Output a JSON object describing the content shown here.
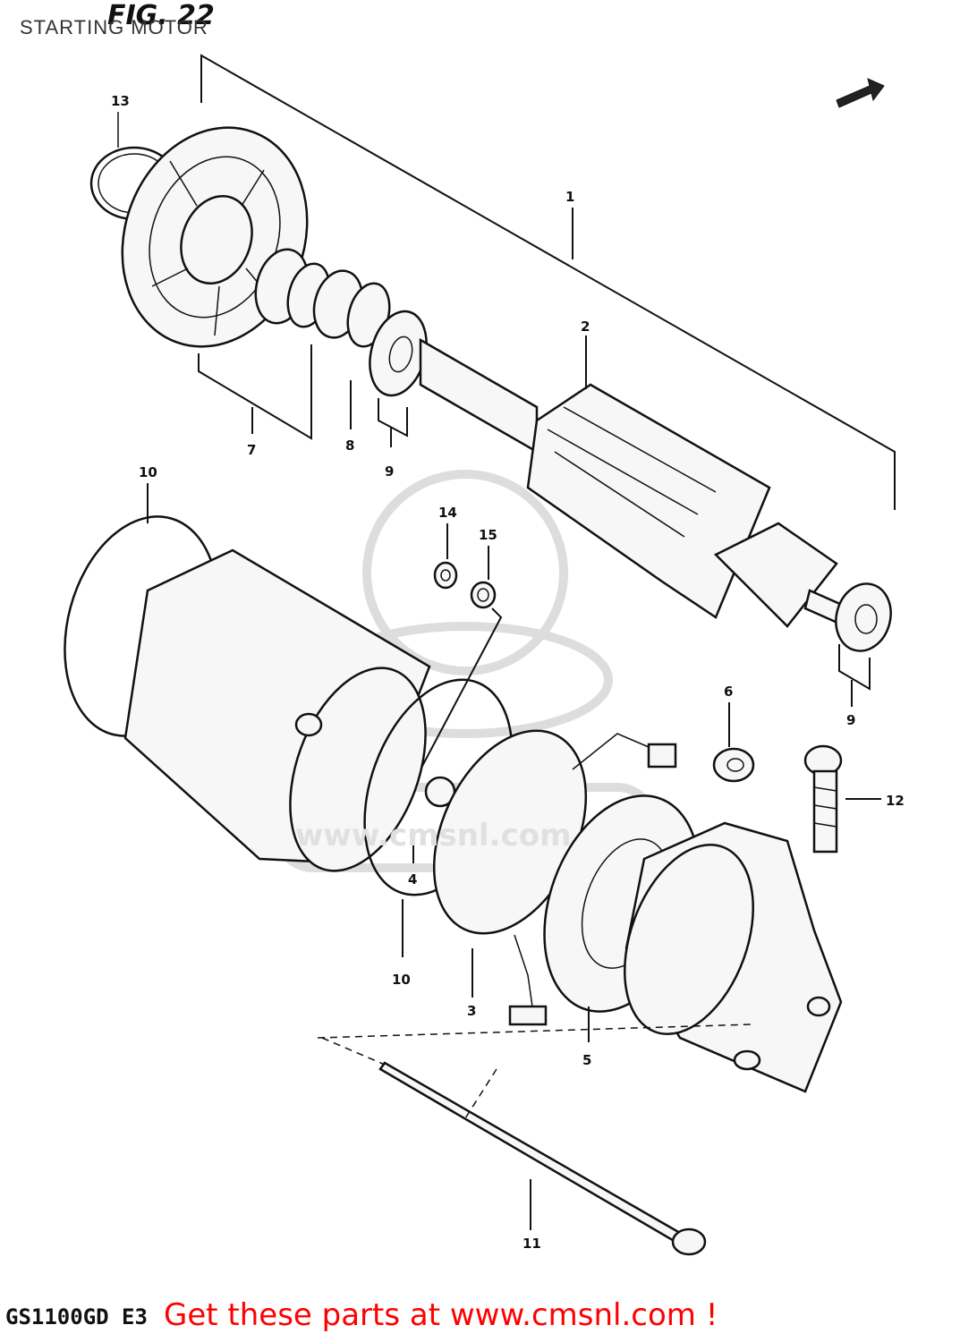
{
  "header": {
    "figure_number": "FIG. 22",
    "caption": "STARTING MOTOR"
  },
  "footer": {
    "model_code": "GS1100GD E3",
    "call_to_action": "Get these parts at www.cmsnl.com !"
  },
  "watermark": {
    "text": "www.cmsnl.com"
  },
  "callouts": [
    {
      "id": "1",
      "label": "1"
    },
    {
      "id": "2",
      "label": "2"
    },
    {
      "id": "3",
      "label": "3"
    },
    {
      "id": "4",
      "label": "4"
    },
    {
      "id": "5",
      "label": "5"
    },
    {
      "id": "6",
      "label": "6"
    },
    {
      "id": "7",
      "label": "7"
    },
    {
      "id": "8",
      "label": "8"
    },
    {
      "id": "9a",
      "label": "9"
    },
    {
      "id": "9b",
      "label": "9"
    },
    {
      "id": "10a",
      "label": "10"
    },
    {
      "id": "10b",
      "label": "10"
    },
    {
      "id": "11",
      "label": "11"
    },
    {
      "id": "12",
      "label": "12"
    },
    {
      "id": "13",
      "label": "13"
    },
    {
      "id": "14",
      "label": "14"
    },
    {
      "id": "15",
      "label": "15"
    }
  ]
}
